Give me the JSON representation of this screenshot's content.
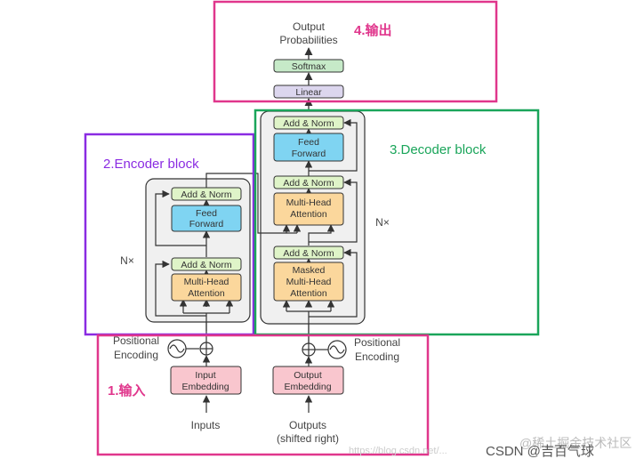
{
  "output": {
    "label_line1": "Output",
    "label_line2": "Probabilities"
  },
  "head": {
    "softmax": "Softmax",
    "linear": "Linear"
  },
  "encoder": {
    "add_norm_top": "Add & Norm",
    "ff_line1": "Feed",
    "ff_line2": "Forward",
    "add_norm_bottom": "Add & Norm",
    "mha_line1": "Multi-Head",
    "mha_line2": "Attention",
    "repeat": "N×"
  },
  "decoder": {
    "add_norm_top": "Add & Norm",
    "ff_line1": "Feed",
    "ff_line2": "Forward",
    "add_norm_mid": "Add & Norm",
    "mha_line1": "Multi-Head",
    "mha_line2": "Attention",
    "add_norm_bottom": "Add & Norm",
    "masked_line1": "Masked",
    "masked_line2": "Multi-Head",
    "masked_line3": "Attention",
    "repeat": "N×"
  },
  "embedding": {
    "pos_left_line1": "Positional",
    "pos_left_line2": "Encoding",
    "pos_right_line1": "Positional",
    "pos_right_line2": "Encoding",
    "input_line1": "Input",
    "input_line2": "Embedding",
    "output_line1": "Output",
    "output_line2": "Embedding",
    "inputs": "Inputs",
    "outputs_line1": "Outputs",
    "outputs_line2": "(shifted right)"
  },
  "annotations": {
    "output_box": "4.输出",
    "encoder_box": "2.Encoder block",
    "decoder_box": "3.Decoder block",
    "input_box": "1.输入"
  },
  "watermark": {
    "url": "https://blog.csdn.net/...",
    "credit": "CSDN @吉百气球",
    "overlay": "@稀土掘金技术社区"
  },
  "colors": {
    "output_box": "#e0368c",
    "encoder_box": "#8a2be2",
    "decoder_box": "#1aa55a",
    "input_box": "#e0368c",
    "add_norm": "#dff4c8",
    "feed_forward": "#7fd4f2",
    "attention": "#fbd79c",
    "embedding": "#f9c6ce",
    "softmax": "#c6eac8",
    "linear": "#dcd6ee",
    "block_bg": "#f0f0f0",
    "line": "#333333",
    "label_text": "#444444"
  }
}
